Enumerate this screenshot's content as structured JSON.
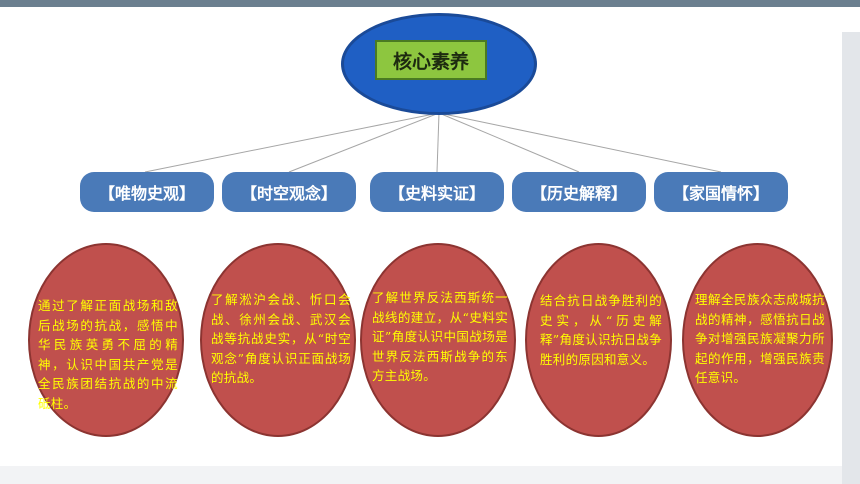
{
  "center": {
    "label": "核心素养"
  },
  "categories": [
    {
      "label": "【唯物史观】",
      "description": "通过了解正面战场和敌后战场的抗战，感悟中华民族英勇不屈的精神，认识中国共产党是全民族团结抗战的中流砥柱。"
    },
    {
      "label": "【时空观念】",
      "description": "了解淞沪会战、忻口会战、徐州会战、武汉会战等抗战史实，从“时空观念”角度认识正面战场的抗战。"
    },
    {
      "label": "【史料实证】",
      "description": "了解世界反法西斯统一战线的建立，从“史料实证”角度认识中国战场是世界反法西斯战争的东方主战场。"
    },
    {
      "label": "【历史解释】",
      "description": "结合抗日战争胜利的史实，从“历史解释”角度认识抗日战争胜利的原因和意义。"
    },
    {
      "label": "【家国情怀】",
      "description": "理解全民族众志成城抗战的精神，感悟抗日战争对增强民族凝聚力所起的作用，增强民族责任意识。"
    }
  ],
  "colors": {
    "hub": "#1f5fc4",
    "hub_label": "#8dc63f",
    "pill": "#4a7ab8",
    "oval": "#c0504d",
    "oval_text": "#ffff00"
  }
}
